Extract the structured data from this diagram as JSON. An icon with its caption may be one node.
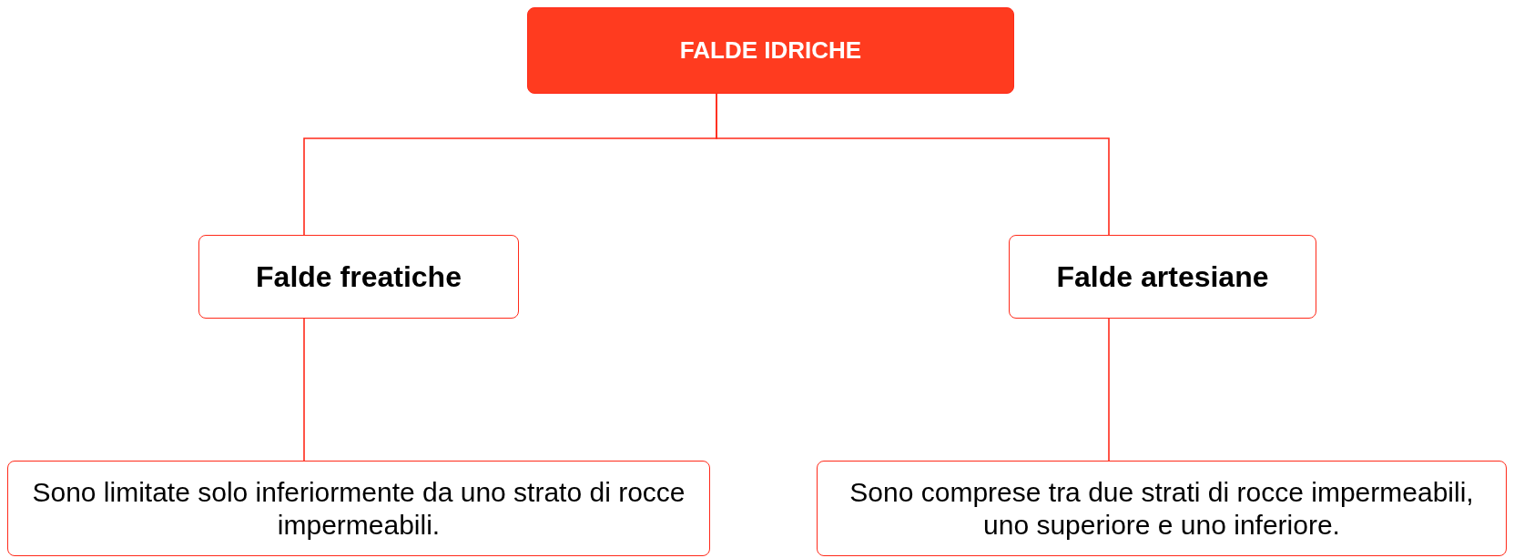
{
  "diagram": {
    "nodes": [
      {
        "text": [
          "FALDE IDRICHE"
        ]
      },
      {
        "text": [
          "Falde freatiche"
        ]
      },
      {
        "text": [
          "Falde artesiane"
        ]
      },
      {
        "text": [
          "Sono limitate solo inferiormente da uno strato di rocce impermeabili."
        ]
      },
      {
        "text": [
          "Sono comprese tra due strati di rocce impermeabili, uno superiore e uno inferiore."
        ]
      }
    ],
    "edges": [
      {
        "from": 0,
        "to": 1,
        "arrow": "none"
      },
      {
        "from": 0,
        "to": 2,
        "arrow": "none"
      },
      {
        "from": 1,
        "to": 3,
        "arrow": "none"
      },
      {
        "from": 2,
        "to": 4,
        "arrow": "none"
      }
    ]
  }
}
